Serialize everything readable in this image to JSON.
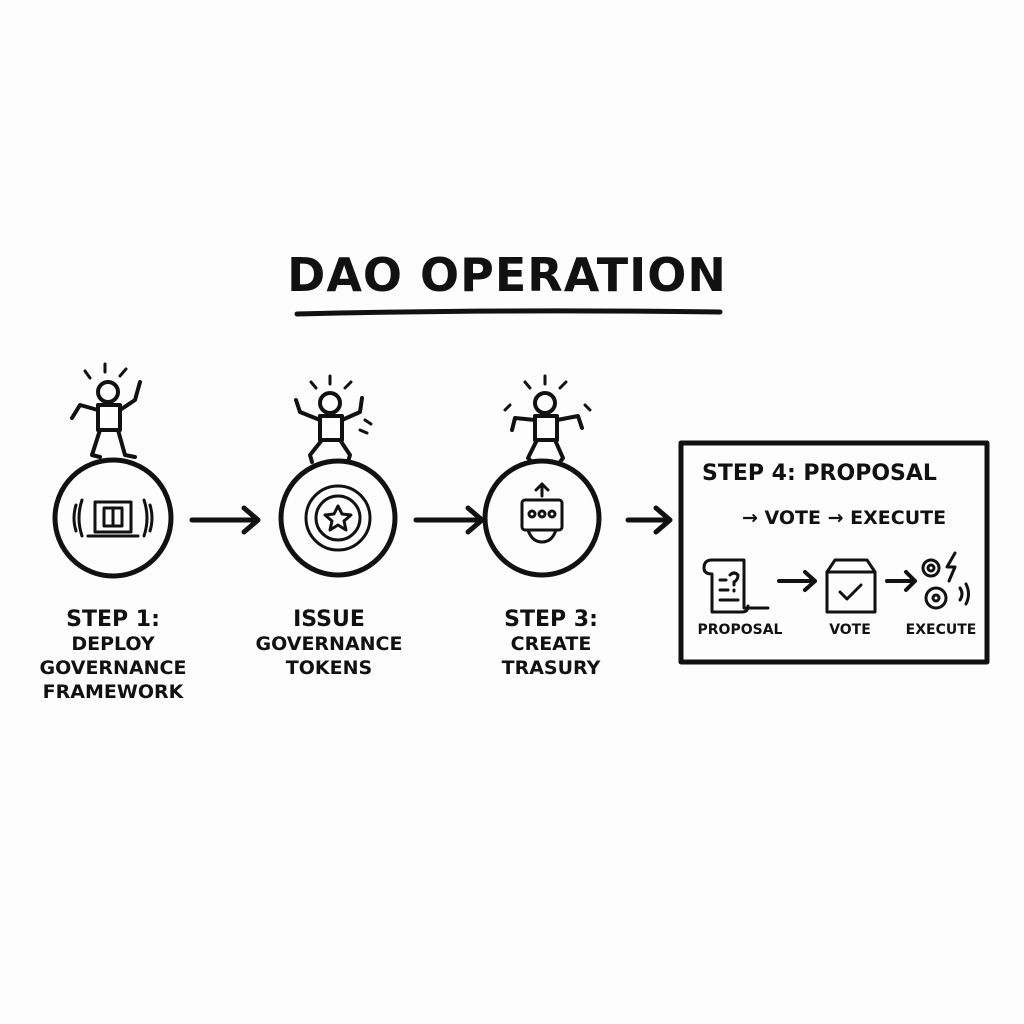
{
  "title": "DAO OPERATION",
  "steps": [
    {
      "head": "STEP 1:",
      "lines": [
        "DEPLOY",
        "GOVERNANCE",
        "FRAMEWORK"
      ],
      "icon": "framework-icon"
    },
    {
      "head": "ISSUE",
      "lines": [
        "GOVERNANCE",
        "TOKENS"
      ],
      "icon": "token-icon"
    },
    {
      "head": "STEP 3:",
      "lines": [
        "CREATE",
        "TRASURY"
      ],
      "icon": "treasury-icon"
    }
  ],
  "step4": {
    "title": "STEP 4: PROPOSAL",
    "subtitle": "→ VOTE → EXECUTE",
    "items": [
      "PROPOSAL",
      "VOTE",
      "EXECUTE"
    ]
  },
  "colors": {
    "ink": "#111111",
    "background": "#fdfdfd"
  }
}
